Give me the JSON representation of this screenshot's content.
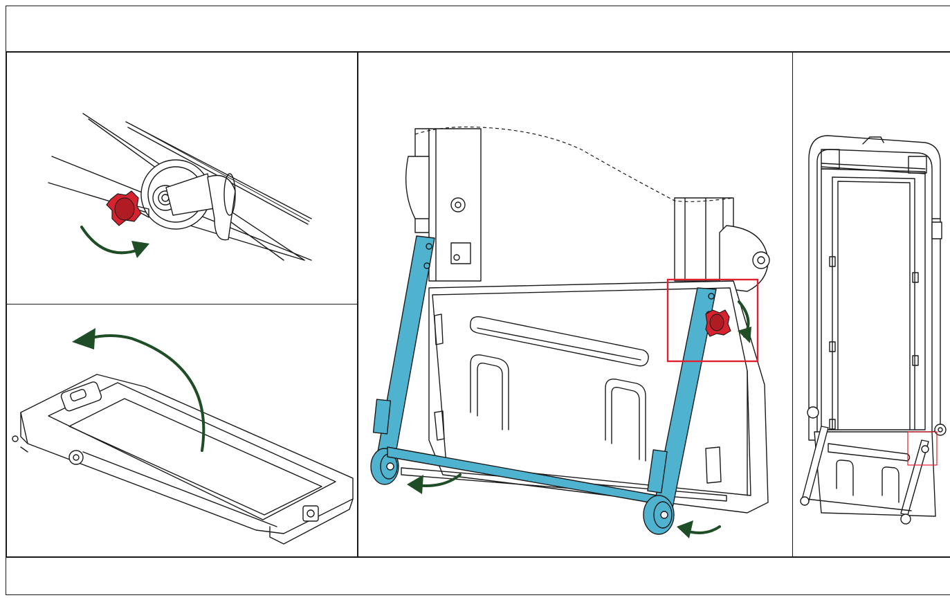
{
  "panels": [
    {
      "id": "a",
      "icon": "knob-loosen-icon"
    },
    {
      "id": "b",
      "icon": "fold-deck-up-icon"
    },
    {
      "id": "c",
      "icon": "support-legs-unfold-icon"
    },
    {
      "id": "d",
      "icon": "upright-stored-treadmill-icon"
    }
  ],
  "colors": {
    "knob": "#d7232f",
    "legs": "#4fb3cf",
    "arrows": "#1e4d26",
    "highlight": "#e0202e",
    "line": "#1a1a1a"
  }
}
